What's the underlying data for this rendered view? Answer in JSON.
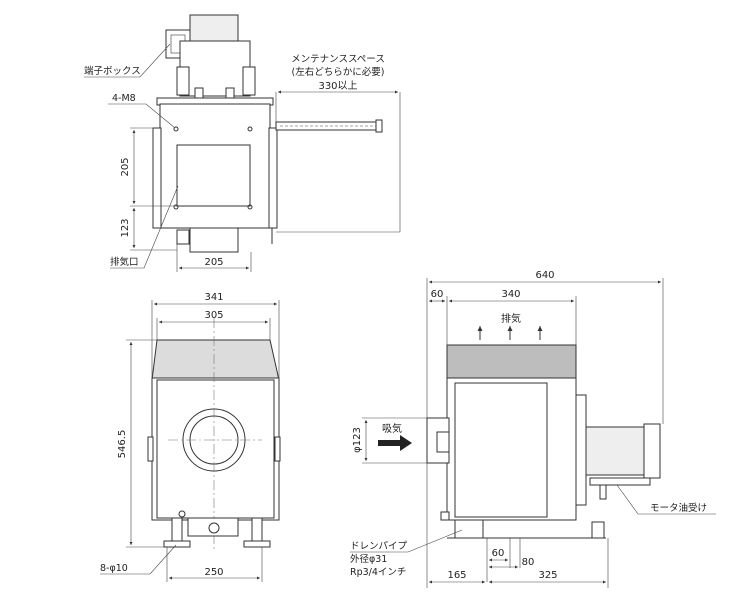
{
  "top_view": {
    "terminal_box": "端子ボックス",
    "bolts": "4-M8",
    "exhaust_port": "排気口",
    "maintenance_space_line1": "メンテナンススペース",
    "maintenance_space_line2": "(左右どちらかに必要)",
    "maintenance_space_value": "330以上",
    "dim_205_vertical": "205",
    "dim_123_vertical": "123",
    "dim_205_horizontal": "205"
  },
  "front_view": {
    "dim_341": "341",
    "dim_305": "305",
    "dim_546_5": "546.5",
    "holes": "8-φ10",
    "dim_250": "250"
  },
  "side_view": {
    "dim_640": "640",
    "dim_60_top": "60",
    "dim_340": "340",
    "exhaust": "排気",
    "intake": "吸気",
    "intake_dia": "φ123",
    "motor_oil_pan": "モータ油受け",
    "drain_pipe_line1": "ドレンパイプ",
    "drain_pipe_line2": "外径φ31",
    "drain_pipe_line3": "Rp3/4インチ",
    "dim_60_bottom": "60",
    "dim_80": "80",
    "dim_165": "165",
    "dim_325": "325"
  }
}
